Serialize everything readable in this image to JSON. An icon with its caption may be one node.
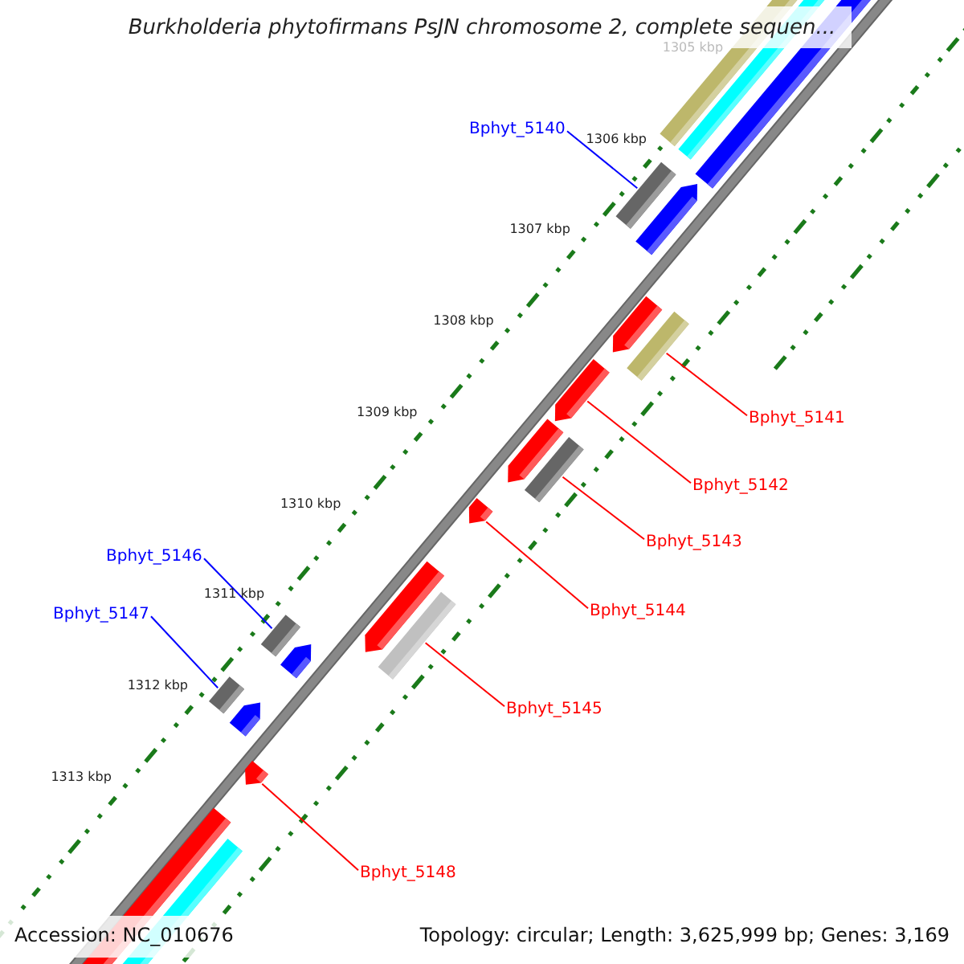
{
  "diagram": {
    "title": "Burkholderia phytofirmans PsJN chromosome 2, complete sequen...",
    "nodes": [
      {
        "text": [
          "Bphyt_5140"
        ]
      },
      {
        "text": [],
        "shape": "bar"
      },
      {
        "text": [
          "Bphyt_5141"
        ]
      },
      {
        "text": [],
        "shape": "bar"
      },
      {
        "text": [
          "Bphyt_5142"
        ]
      },
      {
        "text": [],
        "shape": "arrow"
      },
      {
        "text": [
          "Bphyt_5143"
        ]
      },
      {
        "text": [],
        "shape": "bar"
      },
      {
        "text": [
          "Bphyt_5144"
        ]
      },
      {
        "text": [],
        "shape": "arrow"
      },
      {
        "text": [
          "Bphyt_5145"
        ]
      },
      {
        "text": [],
        "shape": "bar"
      },
      {
        "text": [
          "Bphyt_5146"
        ]
      },
      {
        "text": [],
        "shape": "bar"
      },
      {
        "text": [
          "Bphyt_5147"
        ]
      },
      {
        "text": [],
        "shape": "bar"
      },
      {
        "text": [
          "Bphyt_5148"
        ]
      },
      {
        "text": [],
        "shape": "arrow"
      }
    ],
    "edges": [
      {
        "from": 0,
        "to": 1,
        "arrow": "none",
        "color": "#0000ff"
      },
      {
        "from": 2,
        "to": 3,
        "arrow": "none"
      },
      {
        "from": 4,
        "to": 5,
        "arrow": "none"
      },
      {
        "from": 6,
        "to": 7,
        "arrow": "none"
      },
      {
        "from": 8,
        "to": 9,
        "arrow": "none"
      },
      {
        "from": 10,
        "to": 11,
        "arrow": "none"
      },
      {
        "from": 12,
        "to": 13,
        "arrow": "none",
        "color": "#0000ff"
      },
      {
        "from": 14,
        "to": 15,
        "arrow": "none",
        "color": "#0000ff"
      },
      {
        "from": 16,
        "to": 17,
        "arrow": "none"
      }
    ],
    "labels": [
      "1305 kbp",
      "1306 kbp",
      "1307 kbp",
      "1308 kbp",
      "1309 kbp",
      "1310 kbp",
      "1311 kbp",
      "1312 kbp",
      "1313 kbp",
      "Accession: NC_010676",
      "Topology: circular; Length: 3,625,999 bp; Genes: 3,169"
    ]
  }
}
